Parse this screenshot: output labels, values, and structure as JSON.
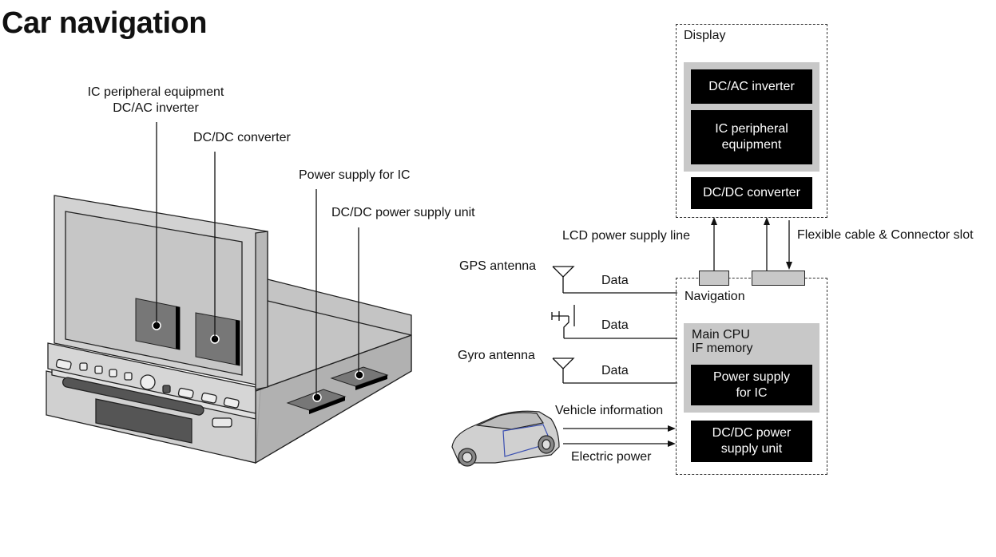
{
  "title": "Car navigation",
  "illustration": {
    "callouts": {
      "ic_peripheral_line1": "IC peripheral equipment",
      "ic_peripheral_line2": "DC/AC inverter",
      "dcdc_converter": "DC/DC converter",
      "power_supply_ic": "Power supply for IC",
      "dcdc_power_supply_unit": "DC/DC power supply unit"
    }
  },
  "block_diagram": {
    "display": {
      "label": "Display",
      "blocks": {
        "dcac_inverter": "DC/AC inverter",
        "ic_peripheral_line1": "IC peripheral",
        "ic_peripheral_line2": "equipment",
        "dcdc_converter": "DC/DC converter"
      }
    },
    "navigation": {
      "label": "Navigation",
      "cpu_line1": "Main CPU",
      "cpu_line2": "IF memory",
      "blocks": {
        "power_supply_line1": "Power supply",
        "power_supply_line2": "for IC",
        "dcdc_psu_line1": "DC/DC power",
        "dcdc_psu_line2": "supply unit"
      }
    },
    "links": {
      "lcd_power": "LCD power supply line",
      "flex_cable": "Flexible cable & Connector slot",
      "data1": "Data",
      "data2": "Data",
      "data3": "Data",
      "vehicle_info": "Vehicle information",
      "electric_power": "Electric power"
    },
    "inputs": {
      "gps": "GPS antenna",
      "gyro": "Gyro antenna"
    }
  }
}
